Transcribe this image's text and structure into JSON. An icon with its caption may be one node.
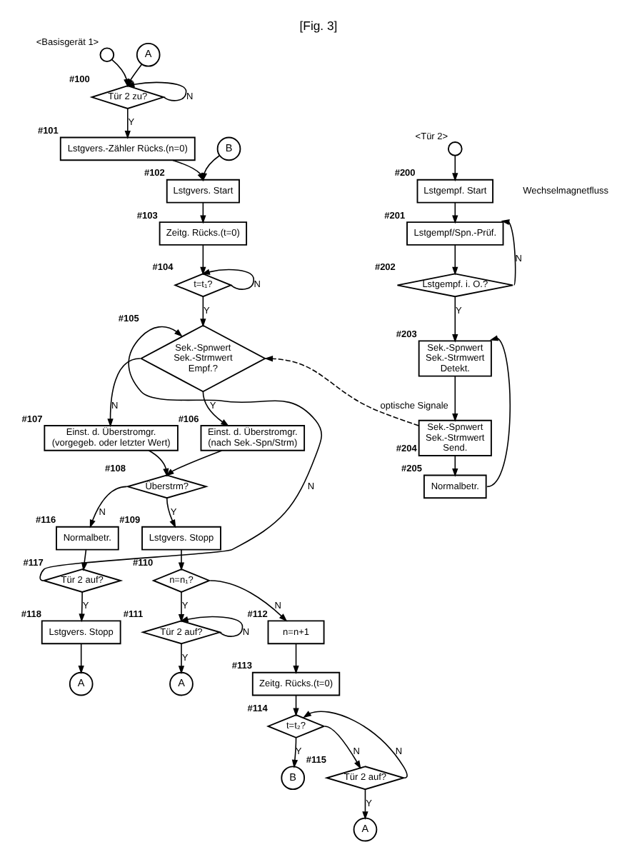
{
  "diagram": {
    "title": "[Fig. 3]",
    "nodes": [
      {
        "text": [],
        "shape": "circle",
        "beside": [
          "<Basisgerät 1>"
        ]
      },
      {
        "text": [
          "A"
        ]
      },
      {
        "text": [
          "Tür 2 zu?"
        ],
        "beside": [
          "#100"
        ]
      },
      {
        "text": [
          "Lstgvers.-Zähler Rücks.(n=0)"
        ],
        "beside": [
          "#101"
        ]
      },
      {
        "text": [
          "B"
        ]
      },
      {
        "text": [
          "Lstgvers. Start"
        ],
        "beside": [
          "#102"
        ]
      },
      {
        "text": [
          "Zeitg. Rücks.(t=0)"
        ],
        "beside": [
          "#103"
        ]
      },
      {
        "text": [
          "t=t₁?"
        ],
        "beside": [
          "#104"
        ]
      },
      {
        "text": [
          "Sek.-Spnwert",
          "Sek.-Strmwert",
          "Empf.?"
        ],
        "beside": [
          "#105"
        ]
      },
      {
        "text": [
          "Einst. d. Überstromgr.",
          "(vorgegeb. oder letzter Wert)"
        ],
        "beside": [
          "#107"
        ]
      },
      {
        "text": [
          "Einst. d. Überstromgr.",
          "(nach Sek.-Spn/Strm)"
        ],
        "beside": [
          "#106"
        ]
      },
      {
        "text": [
          "Überstrm?"
        ],
        "beside": [
          "#108"
        ]
      },
      {
        "text": [
          "Normalbetr."
        ],
        "beside": [
          "#116"
        ]
      },
      {
        "text": [
          "Tür 2 auf?"
        ],
        "beside": [
          "#117"
        ]
      },
      {
        "text": [
          "Lstgvers. Stopp"
        ],
        "beside": [
          "#118"
        ]
      },
      {
        "text": [
          "A"
        ]
      },
      {
        "text": [
          "Lstgvers. Stopp"
        ],
        "beside": [
          "#109"
        ]
      },
      {
        "text": [
          "n=n₁?"
        ],
        "beside": [
          "#110"
        ]
      },
      {
        "text": [
          "Tür 2 auf?"
        ],
        "beside": [
          "#111"
        ]
      },
      {
        "text": [
          "A"
        ]
      },
      {
        "text": [
          "n=n+1"
        ],
        "beside": [
          "#112"
        ]
      },
      {
        "text": [
          "Zeitg. Rücks.(t=0)"
        ],
        "beside": [
          "#113"
        ]
      },
      {
        "text": [
          "t=t₂?"
        ],
        "beside": [
          "#114"
        ]
      },
      {
        "text": [
          "B"
        ]
      },
      {
        "text": [
          "Tür 2 auf?"
        ],
        "beside": [
          "#115"
        ]
      },
      {
        "text": [
          "A"
        ]
      },
      {
        "text": [],
        "shape": "circle",
        "beside": [
          "<Tür 2>"
        ]
      },
      {
        "text": [
          "Lstgempf. Start"
        ],
        "beside": [
          "#200"
        ]
      },
      {
        "text": [
          "Lstgempf/Spn.-Prüf."
        ],
        "beside": [
          "#201"
        ]
      },
      {
        "text": [
          "Lstgempf. i. O.?"
        ],
        "beside": [
          "#202"
        ]
      },
      {
        "text": [
          "Sek.-Spnwert",
          "Sek.-Strmwert",
          "Detekt."
        ],
        "beside": [
          "#203"
        ]
      },
      {
        "text": [
          "Sek.-Spnwert",
          "Sek.-Strmwert",
          "Send."
        ],
        "beside": [
          "#204"
        ]
      },
      {
        "text": [
          "Normalbetr."
        ],
        "beside": [
          "#205"
        ]
      }
    ],
    "edges": [
      {
        "from": 0,
        "to": 2,
        "arrow": "to"
      },
      {
        "from": 1,
        "to": 2,
        "arrow": "to"
      },
      {
        "from": 2,
        "to": 2,
        "label": "N",
        "arrow": "to"
      },
      {
        "from": 2,
        "to": 3,
        "label": "Y",
        "arrow": "to"
      },
      {
        "from": 3,
        "to": 5,
        "arrow": "to"
      },
      {
        "from": 4,
        "to": 5,
        "arrow": "to"
      },
      {
        "from": 5,
        "to": 6,
        "arrow": "to"
      },
      {
        "from": 6,
        "to": 7,
        "arrow": "to"
      },
      {
        "from": 7,
        "to": 7,
        "label": "N",
        "arrow": "to"
      },
      {
        "from": 7,
        "to": 8,
        "label": "Y",
        "arrow": "to"
      },
      {
        "from": 8,
        "to": 9,
        "label": "N",
        "arrow": "to"
      },
      {
        "from": 8,
        "to": 10,
        "label": "Y",
        "arrow": "to"
      },
      {
        "from": 9,
        "to": 11,
        "arrow": "to"
      },
      {
        "from": 10,
        "to": 11,
        "arrow": "to"
      },
      {
        "from": 11,
        "to": 12,
        "label": "N",
        "arrow": "to"
      },
      {
        "from": 11,
        "to": 16,
        "label": "Y",
        "arrow": "to"
      },
      {
        "from": 12,
        "to": 13,
        "arrow": "to"
      },
      {
        "from": 13,
        "to": 8,
        "label": "N",
        "arrow": "to"
      },
      {
        "from": 13,
        "to": 14,
        "label": "Y",
        "arrow": "to"
      },
      {
        "from": 14,
        "to": 15,
        "arrow": "to"
      },
      {
        "from": 16,
        "to": 17,
        "arrow": "to"
      },
      {
        "from": 17,
        "to": 18,
        "label": "Y",
        "arrow": "to"
      },
      {
        "from": 17,
        "to": 20,
        "label": "N",
        "arrow": "to"
      },
      {
        "from": 18,
        "to": 18,
        "label": "N",
        "arrow": "to"
      },
      {
        "from": 18,
        "to": 19,
        "label": "Y",
        "arrow": "to"
      },
      {
        "from": 20,
        "to": 21,
        "arrow": "to"
      },
      {
        "from": 21,
        "to": 22,
        "arrow": "to"
      },
      {
        "from": 22,
        "to": 23,
        "label": "Y",
        "arrow": "to"
      },
      {
        "from": 22,
        "to": 24,
        "label": "N",
        "arrow": "to"
      },
      {
        "from": 24,
        "to": 22,
        "label": "N",
        "arrow": "to"
      },
      {
        "from": 24,
        "to": 25,
        "label": "Y",
        "arrow": "to"
      },
      {
        "from": 26,
        "to": 27,
        "arrow": "to"
      },
      {
        "from": 27,
        "to": 28,
        "arrow": "to"
      },
      {
        "from": 28,
        "to": 29,
        "arrow": "to"
      },
      {
        "from": 29,
        "to": 28,
        "label": "N",
        "arrow": "to"
      },
      {
        "from": 29,
        "to": 30,
        "label": "Y",
        "arrow": "to"
      },
      {
        "from": 30,
        "to": 31,
        "arrow": "to"
      },
      {
        "from": 31,
        "to": 32,
        "arrow": "to"
      },
      {
        "from": 32,
        "to": 30,
        "arrow": "to"
      },
      {
        "from": 31,
        "to": 8,
        "label": "optische Signale",
        "arrow": "to",
        "style": "dashed"
      }
    ],
    "labels": [
      "Wechselmagnetfluss"
    ]
  }
}
